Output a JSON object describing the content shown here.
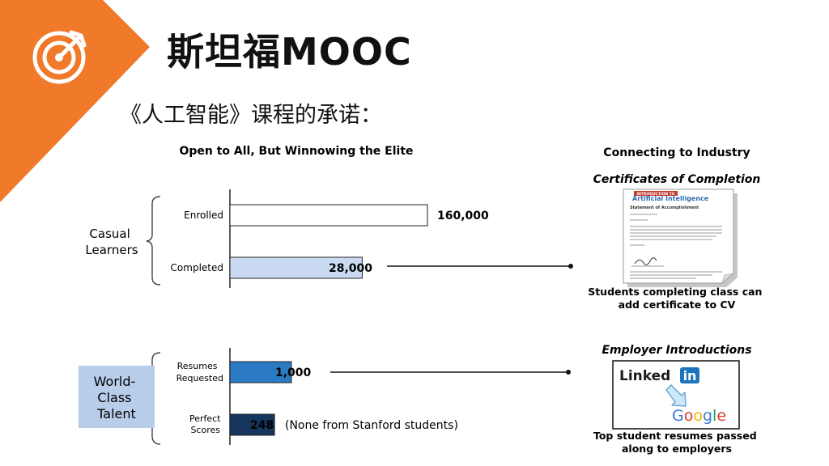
{
  "slide": {
    "title": "斯坦福MOOC",
    "subtitle": "《人工智能》课程的承诺："
  },
  "colors": {
    "accent_orange": "#f07a2a",
    "completed_fill": "#c9daf2",
    "requested_fill": "#2b7ac4",
    "perfect_fill": "#17365d",
    "talent_box": "#b7cdea"
  },
  "icons": {
    "logo": "target-arrow-icon"
  },
  "chart_data": {
    "type": "bar",
    "orientation": "horizontal",
    "title": "Open to All, But Winnowing the Elite",
    "groups": [
      {
        "label": "Casual Learners",
        "label_lines": [
          "Casual",
          "Learners"
        ],
        "categories": [
          {
            "label_lines": [
              "Enrolled"
            ],
            "value": 160000,
            "value_label": "160,000",
            "fill": "#ffffff"
          },
          {
            "label_lines": [
              "Completed"
            ],
            "value": 28000,
            "value_label": "28,000",
            "fill": "#c9daf2"
          }
        ]
      },
      {
        "label": "World-Class Talent",
        "label_lines": [
          "World-",
          "Class",
          "Talent"
        ],
        "categories": [
          {
            "label_lines": [
              "Resumes",
              "Requested"
            ],
            "value": 1000,
            "value_label": "1,000",
            "fill": "#2b7ac4"
          },
          {
            "label_lines": [
              "Perfect",
              "Scores"
            ],
            "value": 248,
            "value_label": "248",
            "fill": "#17365d"
          }
        ]
      }
    ],
    "annotations": [
      "(None from Stanford students)"
    ],
    "axis": {
      "scale": "nonlinear",
      "grid": false,
      "ticks": false
    }
  },
  "industry": {
    "title": "Connecting to Industry",
    "certificates": {
      "heading": "Certificates of Completion",
      "caption_lines": [
        "Students completing class can",
        "add certificate to CV"
      ],
      "cert_banner": "INTRODUCTION TO",
      "cert_title": "Artificial Intelligence",
      "cert_heading": "Statement of Accomplishment"
    },
    "employers": {
      "heading": "Employer Introductions",
      "linkedin_word": "Linked",
      "linkedin_badge": "in",
      "google_letters": [
        "G",
        "o",
        "o",
        "g",
        "l",
        "e"
      ],
      "google_colors": [
        "#3c78d8",
        "#db3b2e",
        "#f4b400",
        "#3c78d8",
        "#109d58",
        "#db3b2e"
      ],
      "caption_lines": [
        "Top student resumes passed",
        "along to employers"
      ]
    }
  }
}
